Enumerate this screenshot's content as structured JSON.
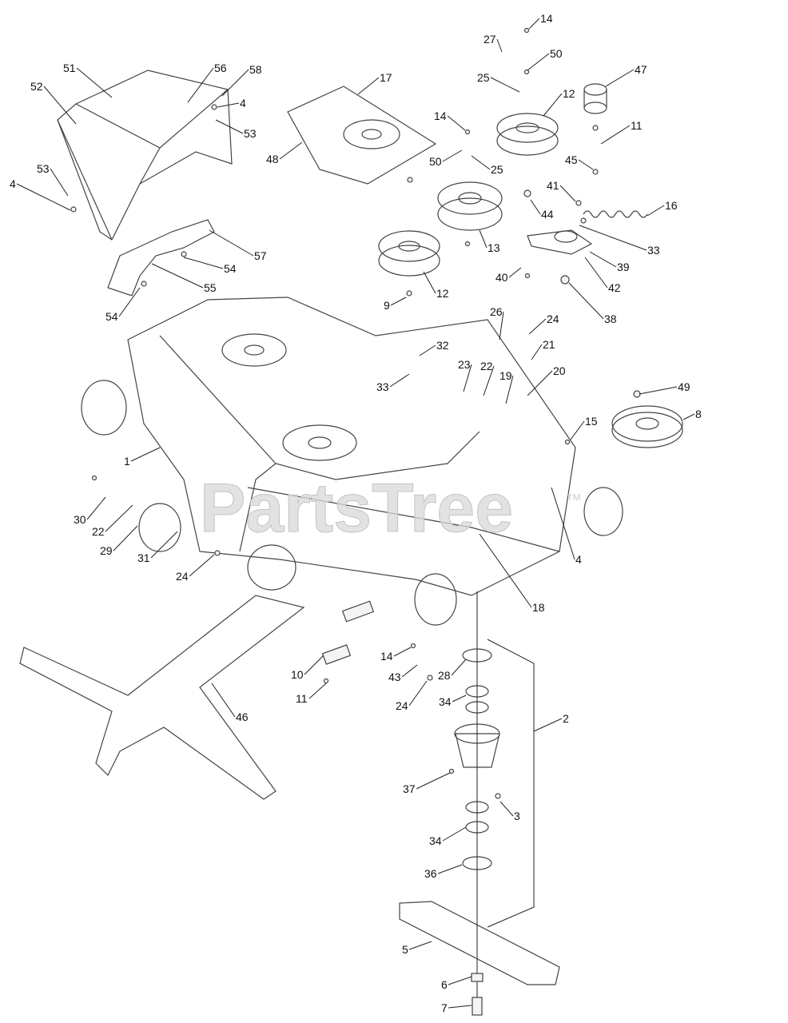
{
  "watermark": {
    "text": "PartsTree",
    "trademark": "™"
  },
  "labels": [
    "1",
    "2",
    "3",
    "4",
    "4",
    "4",
    "5",
    "6",
    "7",
    "8",
    "9",
    "10",
    "11",
    "11",
    "12",
    "12",
    "13",
    "14",
    "14",
    "14",
    "15",
    "16",
    "17",
    "18",
    "19",
    "20",
    "21",
    "22",
    "22",
    "23",
    "24",
    "24",
    "24",
    "25",
    "25",
    "26",
    "27",
    "28",
    "29",
    "30",
    "31",
    "32",
    "33",
    "33",
    "34",
    "34",
    "36",
    "37",
    "38",
    "39",
    "40",
    "41",
    "42",
    "43",
    "44",
    "45",
    "46",
    "47",
    "48",
    "49",
    "50",
    "50",
    "51",
    "52",
    "53",
    "53",
    "54",
    "54",
    "55",
    "56",
    "57",
    "58"
  ]
}
